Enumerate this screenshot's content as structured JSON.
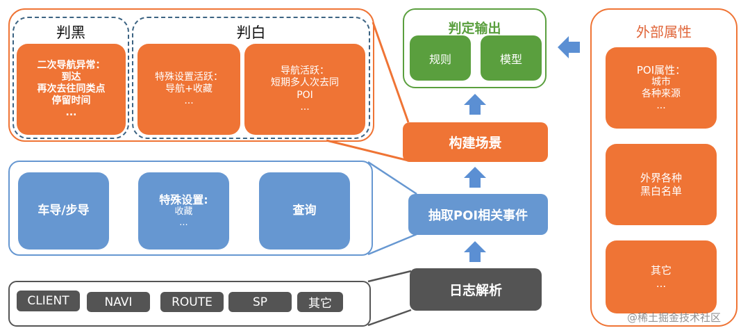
{
  "judge_group": {
    "black": {
      "title": "判黑",
      "card_lines": [
        "二次导航异常：",
        "到达",
        "再次去往同类点",
        "停留时间",
        "..."
      ]
    },
    "white": {
      "title": "判白",
      "cards": [
        {
          "lines": [
            "特殊设置活跃：",
            "导航+收藏",
            "..."
          ]
        },
        {
          "lines": [
            "导航活跃：",
            "短期多人次去同",
            "POI",
            "..."
          ]
        }
      ]
    }
  },
  "events_group": {
    "cards": [
      {
        "lines": [
          "车导/步导"
        ]
      },
      {
        "lines": [
          "特殊设置:",
          "收藏",
          "..."
        ]
      },
      {
        "lines": [
          "查询"
        ]
      }
    ]
  },
  "log_sources": {
    "tags": [
      "CLIENT",
      "NAVI",
      "ROUTE",
      "SP",
      "其它"
    ]
  },
  "pipeline": {
    "output": {
      "title": "判定输出",
      "rule": "规则",
      "model": "模型"
    },
    "build_scene": "构建场景",
    "extract_events": "抽取POI相关事件",
    "log_parse": "日志解析"
  },
  "external": {
    "title": "外部属性",
    "cards": [
      {
        "lines": [
          "POI属性：",
          "城市",
          "各种来源",
          "..."
        ]
      },
      {
        "lines": [
          "外界各种",
          "黑白名单"
        ]
      },
      {
        "lines": [
          "其它",
          "..."
        ]
      }
    ]
  },
  "watermark": "@稀土掘金技术社区",
  "colors": {
    "orange": "#ef7435",
    "blue": "#6697d1",
    "green": "#5a9f3e",
    "dark": "#545454",
    "dashed": "#3c6382"
  }
}
